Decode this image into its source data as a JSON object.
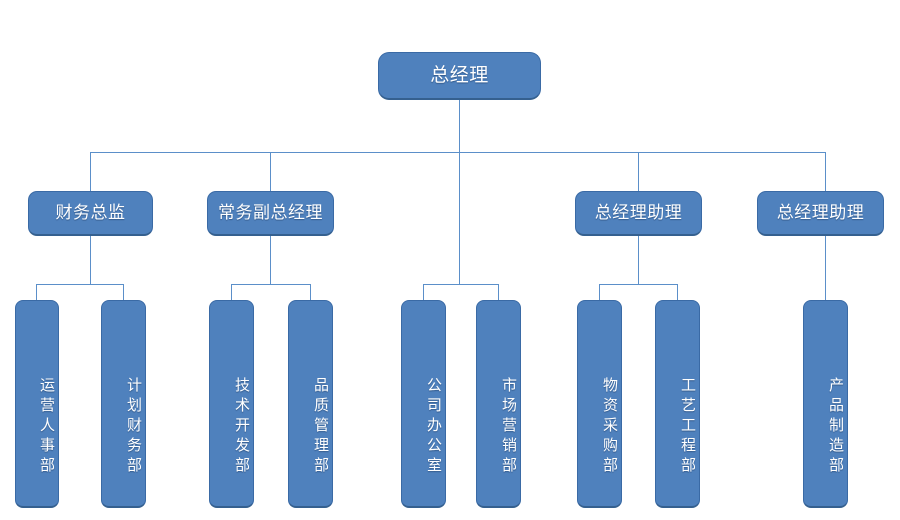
{
  "chart": {
    "type": "organization-chart",
    "title": "",
    "accent_color": "#4F81BD",
    "border_color": "#3A6AA5",
    "line_color": "#5B8FC9",
    "text_color": "#FFFFFF",
    "background": "#FFFFFF"
  },
  "nodes": {
    "root": {
      "label": "总经理"
    },
    "level2": [
      {
        "label": "财务总监"
      },
      {
        "label": "常务副总经理"
      },
      {
        "label": "总经理助理"
      },
      {
        "label": "总经理助理"
      }
    ],
    "level3": [
      {
        "label": "运营人事部"
      },
      {
        "label": "计划财务部"
      },
      {
        "label": "技术开发部"
      },
      {
        "label": "品质管理部"
      },
      {
        "label": "公司办公室"
      },
      {
        "label": "市场营销部"
      },
      {
        "label": "物资采购部"
      },
      {
        "label": "工艺工程部"
      },
      {
        "label": "产品制造部"
      }
    ]
  }
}
